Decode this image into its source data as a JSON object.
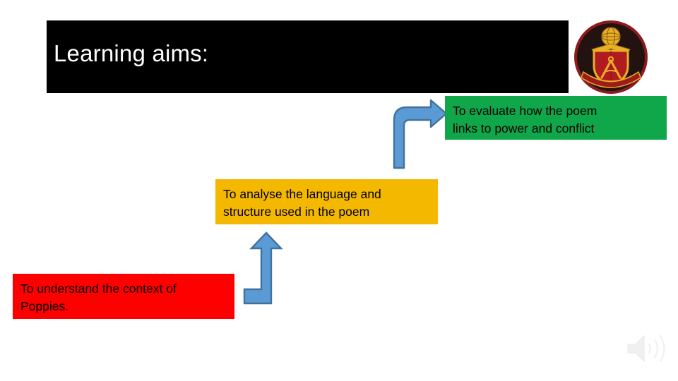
{
  "slide": {
    "background_color": "#ffffff",
    "title": {
      "text": "Learning aims:",
      "background_color": "#000000",
      "text_color": "#ffffff"
    },
    "aims": [
      {
        "id": "aim-understand",
        "line1": "To understand the context of",
        "line2": "Poppies.",
        "color": "#FF0000",
        "color_name": "red"
      },
      {
        "id": "aim-analyse",
        "line1": "To analyse the language and",
        "line2": "structure used in the poem",
        "color": "#F5B800",
        "color_name": "yellow"
      },
      {
        "id": "aim-evaluate",
        "line1": "To evaluate how the poem",
        "line2": "links to power and conflict",
        "color": "#10A64A",
        "color_name": "green"
      }
    ],
    "arrows": [
      {
        "id": "arrow-lower",
        "icon": "bent-arrow-up-icon",
        "fill": "#5B9BD5",
        "stroke": "#41719C"
      },
      {
        "id": "arrow-upper",
        "icon": "bent-arrow-right-icon",
        "fill": "#5B9BD5",
        "stroke": "#41719C"
      }
    ],
    "crest": {
      "icon": "school-crest-icon",
      "badge_color": "#2B1A16",
      "ring_color": "#8E1B1B",
      "shield_color": "#B01B22",
      "gold_color": "#E8B023"
    },
    "audio": {
      "icon": "speaker-volume-icon",
      "color": "#C9C9C9"
    }
  }
}
